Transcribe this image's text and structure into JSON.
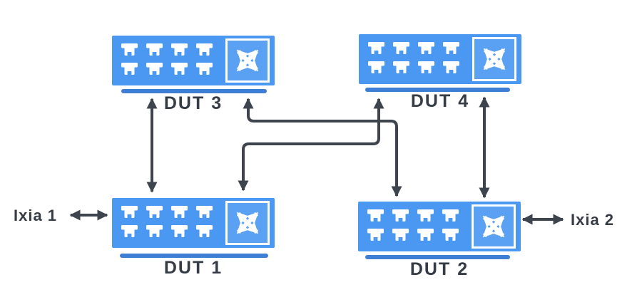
{
  "diagram": {
    "nodes": [
      {
        "id": "dut-3",
        "label": "DUT 3",
        "position": "top-left"
      },
      {
        "id": "dut-4",
        "label": "DUT 4",
        "position": "top-right"
      },
      {
        "id": "dut-1",
        "label": "DUT 1",
        "position": "bottom-left"
      },
      {
        "id": "dut-2",
        "label": "DUT 2",
        "position": "bottom-right"
      }
    ],
    "traffic_generators": [
      {
        "id": "ixia-1",
        "label": "Ixia 1",
        "position": "left"
      },
      {
        "id": "ixia-2",
        "label": "Ixia 2",
        "position": "right"
      }
    ],
    "links": [
      {
        "from": "DUT 3",
        "to": "DUT 1",
        "style": "bidirectional-vertical"
      },
      {
        "from": "DUT 4",
        "to": "DUT 2",
        "style": "bidirectional-vertical"
      },
      {
        "from": "DUT 3",
        "to": "DUT 2",
        "style": "bidirectional-z-crossover"
      },
      {
        "from": "DUT 4",
        "to": "DUT 1",
        "style": "bidirectional-z-crossover"
      },
      {
        "from": "Ixia 1",
        "to": "DUT 1",
        "style": "bidirectional-horizontal"
      },
      {
        "from": "Ixia 2",
        "to": "DUT 2",
        "style": "bidirectional-horizontal"
      }
    ],
    "icons": {
      "switch": "workgroup-switch-icon",
      "port": "port-icon",
      "crossbar": "crossbar-arrows-icon"
    },
    "colors": {
      "switch_body": "#4a98f2",
      "switch_icon_fill": "#5aa1f4",
      "underline": "#3e7fd5",
      "arrow": "#3d444e",
      "label_text": "#353c46",
      "background": "#ffffff"
    }
  }
}
